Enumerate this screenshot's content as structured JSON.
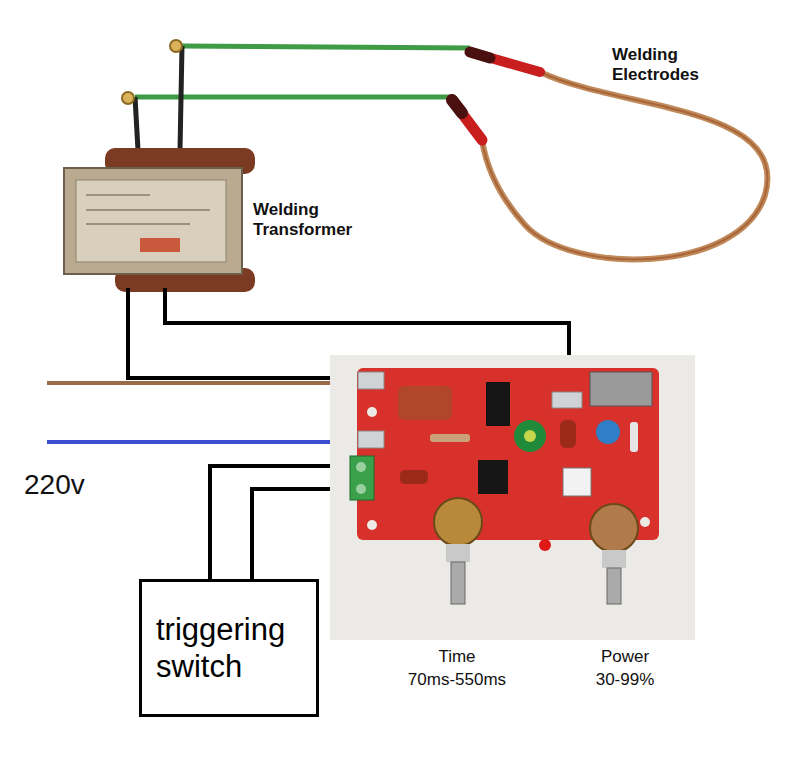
{
  "diagram": {
    "nodes": [
      {
        "text": [
          "triggering switch"
        ]
      }
    ],
    "labels": [
      "Welding Electrodes",
      "Welding Transformer",
      "220v",
      "Time",
      "70ms-550ms",
      "Power",
      "30-99%"
    ]
  }
}
